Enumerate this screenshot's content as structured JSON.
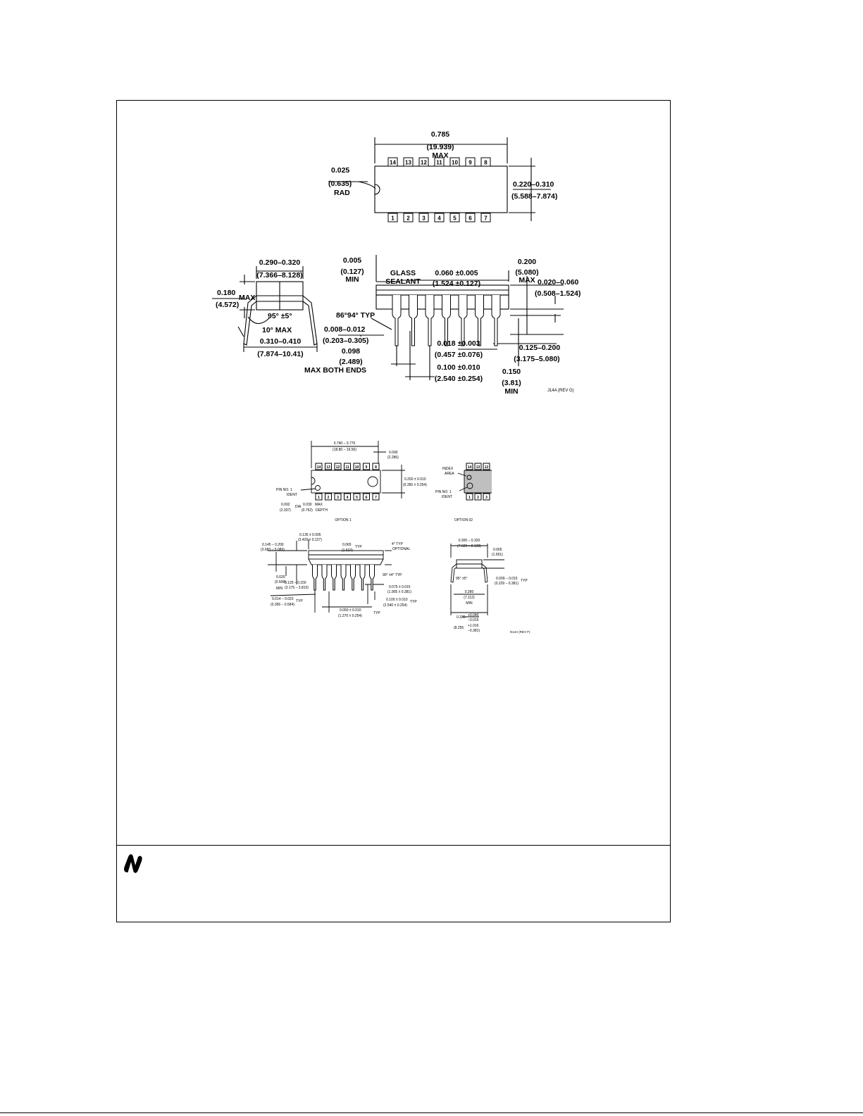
{
  "j14a": {
    "top": {
      "len_in": "0.785",
      "len_mm": "(19.939)",
      "max": "MAX",
      "rad_in": "0.025",
      "rad_mm": "(0.635)",
      "rad": "RAD",
      "wid_in": "0.220–0.310",
      "wid_mm": "(5.588–7.874)",
      "pins_top": [
        "14",
        "13",
        "12",
        "11",
        "10",
        "9",
        "8"
      ],
      "pins_bottom": [
        "1",
        "2",
        "3",
        "4",
        "5",
        "6",
        "7"
      ]
    },
    "end": {
      "w_in": "0.290–0.320",
      "w_mm": "(7.366–8.128)",
      "h_in": "0.180",
      "h_mm": "(4.572)",
      "max": "MAX",
      "ang": "95° ±5°",
      "ang_max": "10° MAX",
      "lead_in": "0.310–0.410",
      "lead_mm": "(7.874–10.41)"
    },
    "side": {
      "a_in": "0.005",
      "a_mm": "(0.127)",
      "a_min": "MIN",
      "glass1": "GLASS",
      "glass2": "SEALANT",
      "pitch_in": "0.060 ±0.005",
      "pitch_mm": "(1.524 ±0.127)",
      "h_in": "0.200",
      "h_mm": "(5.080)",
      "h_max": "MAX",
      "th_in": "0.020–0.060",
      "th_mm": "(0.508–1.524)",
      "typ": "86°94° TYP",
      "lt_in": "0.008–0.012",
      "lt_mm": "(0.203–0.305)",
      "e_in": "0.098",
      "e_mm": "(2.489)",
      "e_max": "MAX BOTH ENDS",
      "lw_in": "0.018 ±0.003",
      "lw_mm": "(0.457 ±0.076)",
      "sp_in": "0.100 ±0.010",
      "sp_mm": "(2.540 ±0.254)",
      "ll_in": "0.125–0.200",
      "ll_mm": "(3.175–5.080)",
      "sh_in": "0.150",
      "sh_mm": "(3.81)",
      "sh_min": "MIN",
      "rev": "J14A (REV G)"
    }
  },
  "n14a": {
    "o1": {
      "len": "0.740 – 0.770",
      "len_mm": "(18.80 – 19.56)",
      "d1": "0.090",
      "d1_mm": "(2.286)",
      "w": "0.250 ± 0.010",
      "w_mm": "(6.350 ± 0.254)",
      "pin1a": "PIN NO. 1",
      "pin1b": "IDENT",
      "r1": "0.092",
      "r1_mm": "(2.337)",
      "dia": "DIA",
      "r2": "0.030",
      "r2_max": "MAX",
      "r2_mm": "(0.762)",
      "depth": "DEPTH",
      "caption": "OPTION 1",
      "pins_top": [
        "14",
        "13",
        "12",
        "11",
        "10",
        "9",
        "8"
      ],
      "pins_bottom": [
        "1",
        "2",
        "3",
        "4",
        "5",
        "6",
        "7"
      ]
    },
    "o2": {
      "index1": "INDEX",
      "index2": "AREA",
      "pin1a": "PIN NO. 1",
      "pin1b": "IDENT",
      "caption": "OPTION 02",
      "pins_top": [
        "14",
        "13",
        "12"
      ],
      "pins_bottom": [
        "1",
        "2",
        "3"
      ]
    },
    "side": {
      "a": "0.135 ± 0.005",
      "a_mm": "(3.429 ± 0.127)",
      "b": "0.145 – 0.200",
      "b_mm": "(3.683 – 5.080)",
      "c": "0.065",
      "c_typ": "TYP",
      "c_mm": "(1.524)",
      "d": "4° TYP",
      "d2": "OPTIONAL",
      "e": "0.020",
      "e_mm": "(0.508)",
      "e_min": "MIN",
      "f": "0.125 – 0.150",
      "f_mm": "(3.175 – 3.810)",
      "g": "90° ±4° TYP",
      "h": "0.075 ± 0.015",
      "h_mm": "(1.905 ± 0.381)",
      "i": "0.014 – 0.023",
      "i_typ": "TYP",
      "i_mm": "(0.356 – 0.584)",
      "j": "0.100 ± 0.010",
      "j_typ": "TYP",
      "j_mm": "(2.540 ± 0.254)",
      "k": "0.050 ± 0.010",
      "k_typ": "TYP",
      "k_mm": "(1.270 ± 0.254)"
    },
    "end": {
      "a": "0.300 – 0.320",
      "a_mm": "(7.620 – 8.128)",
      "b": "0.065",
      "b_mm": "(1.651)",
      "ang": "95° ±5°",
      "c": "0.009 – 0.015",
      "c_typ": "TYP",
      "c_mm": "(0.229 – 0.381)",
      "d": "0.280",
      "d_mm": "(7.112)",
      "d_min": "MIN",
      "e": "0.325",
      "e_tol1": "+0.040",
      "e_tol2": "−0.015",
      "e_mm": "(8.255",
      "e_mm_tol1": "+1.016",
      "e_mm_tol2": "−0.381)",
      "rev": "N14A (REV F)"
    }
  }
}
